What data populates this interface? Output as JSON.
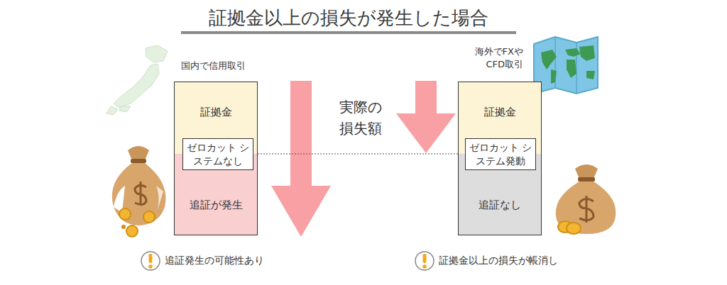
{
  "diagram": {
    "title": "証拠金以上の損失が発生した場合",
    "nodes": [
      {
        "text": [
          "証拠金"
        ]
      },
      {
        "text": [
          "ゼロカット システムなし"
        ]
      },
      {
        "text": [
          "追証が発生"
        ]
      },
      {
        "text": [
          "証拠金"
        ]
      },
      {
        "text": [
          "ゼロカット システム発動"
        ]
      },
      {
        "text": [
          "追証なし"
        ]
      }
    ],
    "labels": [
      "国内で信用取引",
      "実際の 損失額",
      "海外でFXや CFD取引",
      "追証発生の可能性あり",
      "証拠金以上の損失が帳消し"
    ]
  }
}
